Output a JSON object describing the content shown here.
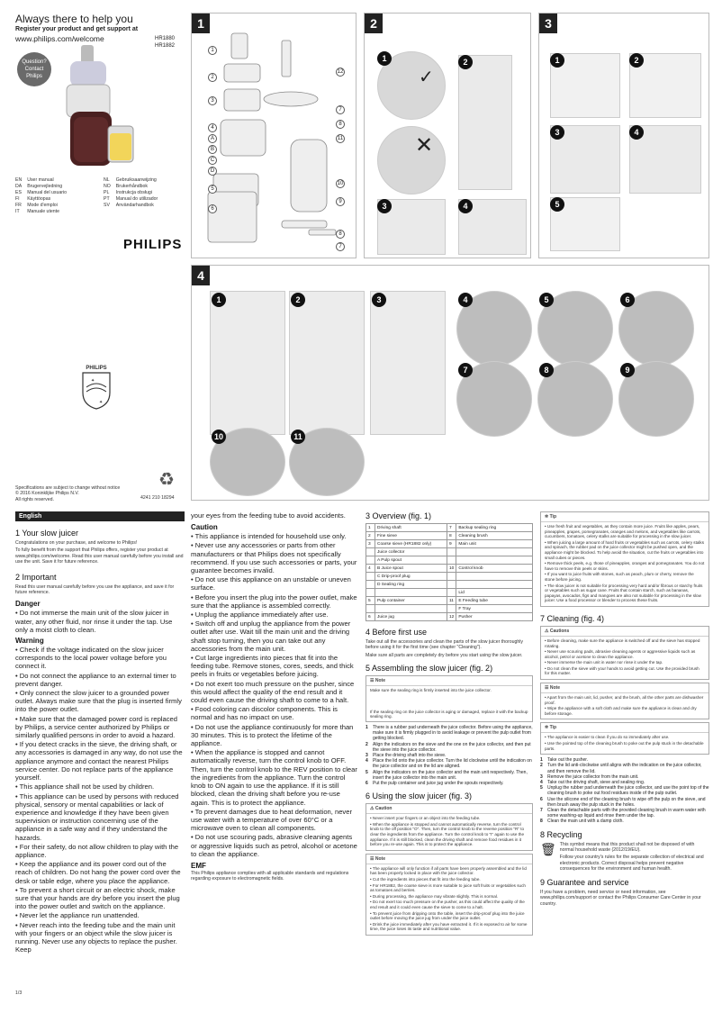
{
  "cover": {
    "headline": "Always there to help you",
    "register_line1": "Register your product and get support at",
    "register_url": "www.philips.com/welcome",
    "models": [
      "HR1880",
      "HR1882"
    ],
    "question_badge": [
      "Question?",
      "Contact",
      "Philips"
    ],
    "languages_left": [
      {
        "code": "EN",
        "name": "User manual"
      },
      {
        "code": "DA",
        "name": "Brugervejledning"
      },
      {
        "code": "ES",
        "name": "Manual del usuario"
      },
      {
        "code": "FI",
        "name": "Käyttöopas"
      },
      {
        "code": "FR",
        "name": "Mode d'emploi"
      },
      {
        "code": "IT",
        "name": "Manuale utente"
      }
    ],
    "languages_right": [
      {
        "code": "NL",
        "name": "Gebruiksaanwijzing"
      },
      {
        "code": "NO",
        "name": "Brukerhåndbok"
      },
      {
        "code": "PL",
        "name": "Instrukcja obsługi"
      },
      {
        "code": "PT",
        "name": "Manual do utilizador"
      },
      {
        "code": "SV",
        "name": "Användarhandbok"
      }
    ],
    "brand": "PHILIPS",
    "spec_note": [
      "Specifications are subject to change without notice",
      "© 2016 Koninklijke Philips N.V.",
      "All rights reserved."
    ],
    "doc_number": "4241 210 18294"
  },
  "figures": {
    "fig1": {
      "num": "1",
      "callouts": [
        "1",
        "2",
        "3",
        "4",
        "A",
        "B",
        "C",
        "D",
        "5",
        "6",
        "12",
        "7",
        "8",
        "11",
        "10",
        "9",
        "8",
        "7"
      ]
    },
    "fig2": {
      "num": "2",
      "steps": [
        "1",
        "2",
        "3",
        "4"
      ]
    },
    "fig3": {
      "num": "3",
      "steps": [
        "1",
        "2",
        "3",
        "4",
        "5"
      ]
    },
    "fig4": {
      "num": "4",
      "steps": [
        "1",
        "2",
        "3",
        "4",
        "5",
        "6",
        "7",
        "8",
        "9",
        "10",
        "11"
      ]
    }
  },
  "manual": {
    "lang_tab": "English",
    "s1_title": "1  Your slow juicer",
    "s1_p1": "Congratulations on your purchase, and welcome to Philips!",
    "s1_p2": "To fully benefit from the support that Philips offers, register your product at www.philips.com/welcome. Read this user manual carefully before you install and use the unit. Save it for future reference.",
    "s2_title": "2  Important",
    "s2_p1": "Read this user manual carefully before you use the appliance, and save it for future reference.",
    "danger_title": "Danger",
    "danger_items": [
      "Do not immerse the main unit of the slow juicer in water, any other fluid, nor rinse it under the tap. Use only a moist cloth to clean."
    ],
    "warning_title": "Warning",
    "warning_items": [
      "Check if the voltage indicated on the slow juicer corresponds to the local power voltage before you connect it.",
      "Do not connect the appliance to an external timer to prevent danger.",
      "Only connect the slow juicer to a grounded power outlet. Always make sure that the plug is inserted firmly into the power outlet.",
      "Make sure that the damaged power cord is replaced by Philips, a service center authorized by Philips or similarly qualified persons in order to avoid a hazard.",
      "If you detect cracks in the sieve, the driving shaft, or any accessories is damaged in any way, do not use the appliance anymore and contact the nearest Philips service center. Do not replace parts of the appliance yourself.",
      "This appliance shall not be used by children.",
      "This appliance can be used by persons with reduced physical, sensory or mental capabilities or lack of experience and knowledge if they have been given supervision or instruction concerning use of the appliance in a safe way and if they understand the hazards.",
      "For their safety, do not allow children to play with the appliance.",
      "Keep the appliance and its power cord out of the reach of children. Do not hang the power cord over the desk or table edge, where you place the appliance.",
      "To prevent a short circuit or an electric shock, make sure that your hands are dry before you insert the plug into the power outlet and switch on the appliance.",
      "Never let the appliance run unattended.",
      "Never reach into the feeding tube and the main unit with your fingers or an object while the slow juicer is running. Never use any objects to replace the pusher. Keep"
    ],
    "col2_continue": "your eyes from the feeding tube to avoid accidents.",
    "caution_title": "Caution",
    "caution_items": [
      "This appliance is intended for household use only.",
      "Never use any accessories or parts from other manufacturers or that Philips does not specifically recommend. If you use such accessories or parts, your guarantee becomes invalid.",
      "Do not use this appliance on an unstable or uneven surface.",
      "Before you insert the plug into the power outlet, make sure that the appliance is assembled correctly.",
      "Unplug the appliance immediately after use.",
      "Switch off and unplug the appliance from the power outlet after use. Wait till the main unit and the driving shaft stop turning, then you can take out any accessories from the main unit.",
      "Cut large ingredients into pieces that fit into the feeding tube. Remove stones, cores, seeds, and thick peels in fruits or vegetables before juicing.",
      "Do not exert too much pressure on the pusher, since this would affect the quality of the end result and it could even cause the driving shaft to come to a halt.",
      "Food coloring can discolor components. This is normal and has no impact on use.",
      "Do not use the appliance continuously for more than 30 minutes. This is to protect the lifetime of the appliance.",
      "When the appliance is stopped and cannot automatically reverse, turn the control knob to OFF. Then,  turn the control knob to the REV position to clear the ingredients from the appliance. Turn the control knob to ON again to use the appliance. If it is still blocked, clean the driving shaft before you re-use again. This is to protect the appliance.",
      "To prevent damages due to heat deformation, never use water with a temperature of over 60°C or a microwave oven to clean all components.",
      "Do not use scouring pads, abrasive cleaning agents or aggressive liquids such as petrol, alcohol or acetone to clean the appliance."
    ],
    "emf_title": "EMF",
    "emf_text": "This Philips appliance complies with all applicable standards and regulations regarding exposure to electromagnetic fields.",
    "s3_title": "3  Overview (fig. 1)",
    "overview": [
      {
        "n": "1",
        "label": "Driving shaft",
        "n2": "7",
        "label2": "Backup sealing ring"
      },
      {
        "n": "2",
        "label": "Fine sieve",
        "n2": "8",
        "label2": "Cleaning brush"
      },
      {
        "n": "3",
        "label": "Coarse sieve (HR1882 only)",
        "n2": "9",
        "label2": "Main unit"
      },
      {
        "n": "",
        "label": "Juice collector",
        "n2": "",
        "label2": ""
      },
      {
        "n": "",
        "label": "A  Pulp spout",
        "n2": "",
        "label2": ""
      },
      {
        "n": "4",
        "label": "B  Juice spout",
        "n2": "10",
        "label2": "Control knob"
      },
      {
        "n": "",
        "label": "C  Drip-proof plug",
        "n2": "",
        "label2": ""
      },
      {
        "n": "",
        "label": "D  Sealing ring",
        "n2": "",
        "label2": ""
      },
      {
        "n": "",
        "label": "",
        "n2": "",
        "label2": "Lid"
      },
      {
        "n": "5",
        "label": "Pulp container",
        "n2": "11",
        "label2": "E  Feeding tube"
      },
      {
        "n": "",
        "label": "",
        "n2": "",
        "label2": "F  Tray"
      },
      {
        "n": "6",
        "label": "Juice jug",
        "n2": "12",
        "label2": "Pusher"
      }
    ],
    "s4_title": "4  Before first use",
    "s4_text": "Take out all the accessories and clean the parts of the slow juicer thoroughly before using it for the first time (see chapter \"Cleaning\").",
    "s4_text2": "Make sure all parts are completely dry before you start using the slow juicer.",
    "s5_title": "5  Assembling the slow juicer (fig. 2)",
    "s5_note_head": "Note",
    "s5_note1": "Make sure the sealing ring is firmly inserted into the juice collector.",
    "s5_note2": "If the sealing ring on the juice collector is aging or damaged, replace it with the backup sealing ring.",
    "s5_steps": [
      {
        "n": "1",
        "t": "There is a rubber pad underneath the juice collector. Before using the appliance, make sure it is firmly plugged in to avoid leakage or prevent the pulp outlet from getting blocked."
      },
      {
        "n": "2",
        "t": "Align the indicators on the sieve and the one on the juice collector, and then put the sieve into the juice collector."
      },
      {
        "n": "3",
        "t": "Place the driving shaft into the sieve."
      },
      {
        "n": "4",
        "t": "Place the lid onto the juice collector. Turn the lid clockwise until the indication on the juice collector and on the lid are aligned."
      },
      {
        "n": "5",
        "t": "Align the indicators on the juice collector and the main unit respectively. Then, insert the juice collector into the main unit."
      },
      {
        "n": "6",
        "t": "Put the pulp container and juice jug under the spouts respectively."
      }
    ],
    "s6_title": "6  Using the slow juicer (fig. 3)",
    "s6_caution_head": "Caution",
    "s6_caution": [
      "Never insert your fingers or an object into the feeding tube.",
      "When the appliance is stopped and cannot automatically reverse, turn the control knob to the off position \"O\". Then, turn the control knob to the reverse position \"R\" to clear the ingredients from the appliance. Turn the control knob to \"I\" again to use the appliance. If it is still blocked, clean the driving shaft and remove food residues in it before you re-use again. This is to protect the appliance."
    ],
    "s6_note_head": "Note",
    "s6_note": [
      "The appliance will only function if all parts have been properly assembled and the lid has been properly locked in place with the juice collector.",
      "Cut the ingredients into pieces that fit into the feeding tube.",
      "For HR1882, the coarse sieve is more suitable to juice soft fruits or vegetables such as tomatoes and berries.",
      "During processing, the appliance may vibrate slightly. This is normal.",
      "Do not exert too much pressure on the pusher, as this could affect the quality of the end result and it could even cause the sieve to come to a halt.",
      "To prevent juice from dripping onto the table, insert the drip-proof plug into the juice outlet before moving the juice jug from under the juice outlet.",
      "Drink the juice immediately after you have extracted it. If it is exposed to air for some time, the juice loses its taste and nutritional value."
    ],
    "tip_head": "Tip",
    "tips": [
      "Use fresh fruit and vegetables, as they contain more juice. Fruits like apples, pears, pineapples, grapes, pomegranates, oranges and melons, and vegetables like carrots, cucumbers, tomatoes, celery stalks are suitable for processing in the slow juicer.",
      "When juicing a large amount of hard fruits or vegetables such as carrots, celery stalks and spinach, the rubber pad on the juice collector might be pushed open, and the appliance might be blocked. To help avoid the situation, cut the fruits or vegetables into small cubes or pieces.",
      "Remove thick peels, e.g. those of pineapples, oranges and pomegranates. You do not have to remove thin peels or skins.",
      "If you want to juice fruits with stones, such as peach, plum or cherry, remove the stone before juicing.",
      "The slow juicer is not suitable for processing very hard and/or fibrous or starchy fruits or vegetables such as sugar cane. Fruits that contain starch, such as bananas, papayas, avocados, figs and mangoes are also not suitable for processing in the slow juicer. Use a food processor or blender to process these fruits."
    ],
    "s7_title": "7  Cleaning (fig. 4)",
    "s7_caution_head": "Cautions",
    "s7_caution": [
      "Before cleaning, make sure the appliance is switched off and the sieve has stopped rotating.",
      "Never use scouring pads, abrasive cleaning agents or aggressive liquids such as alcohol, petrol or acetone to clean the appliance.",
      "Never immerse the main unit in water nor rinse it under the tap.",
      "Do not clean the sieve with your hands to avoid getting cut. Use the provided brush for this matter."
    ],
    "s7_note_head": "Note",
    "s7_note": [
      "Apart from the main unit, lid, pusher, and the brush, all the other parts are dishwasher proof.",
      "Wipe the appliance with a soft cloth and make sure the appliance is clean and dry before storage."
    ],
    "s7_tip_head": "Tip",
    "s7_tip": [
      "The appliance is easier to clean if you do so immediately after use.",
      "Use the pointed top of the cleaning brush to poke out the pulp stuck in the detachable parts."
    ],
    "s7_steps": [
      {
        "n": "1",
        "t": "Take out the pusher."
      },
      {
        "n": "2",
        "t": "Turn the lid anti-clockwise until aligns with the indication on the juice collector, and then remove the lid."
      },
      {
        "n": "3",
        "t": "Remove the juice collector from the main unit."
      },
      {
        "n": "4",
        "t": "Take out the driving shaft, sieve and sealing ring."
      },
      {
        "n": "5",
        "t": "Unplug the rubber pad underneath the juice collector, and use the point top of the cleaning brush to poke out food residues inside of the pulp outlet."
      },
      {
        "n": "6",
        "t": "Use the silicone end of the cleaning brush to wipe off the pulp on the sieve, and then brush away the pulp stuck in the holes."
      },
      {
        "n": "7",
        "t": "Clean the detachable parts with the provided cleaning brush in warm water with some washing-up liquid and rinse them under the tap."
      },
      {
        "n": "8",
        "t": "Clean the main unit with a damp cloth."
      }
    ],
    "s8_title": "8  Recycling",
    "s8_p1": "This symbol means that this product shall not be disposed of with normal household waste (2012/19/EU).",
    "s8_p2": "Follow your country's rules for the separate collection of electrical and electronic products. Correct disposal helps prevent negative consequences for the environment and human health.",
    "s9_title": "9  Guarantee and service",
    "s9_text": "If you have a problem, need service or need information, see www.philips.com/support or contact the Philips Consumer Care Center in your country.",
    "page_num": "1/3"
  }
}
